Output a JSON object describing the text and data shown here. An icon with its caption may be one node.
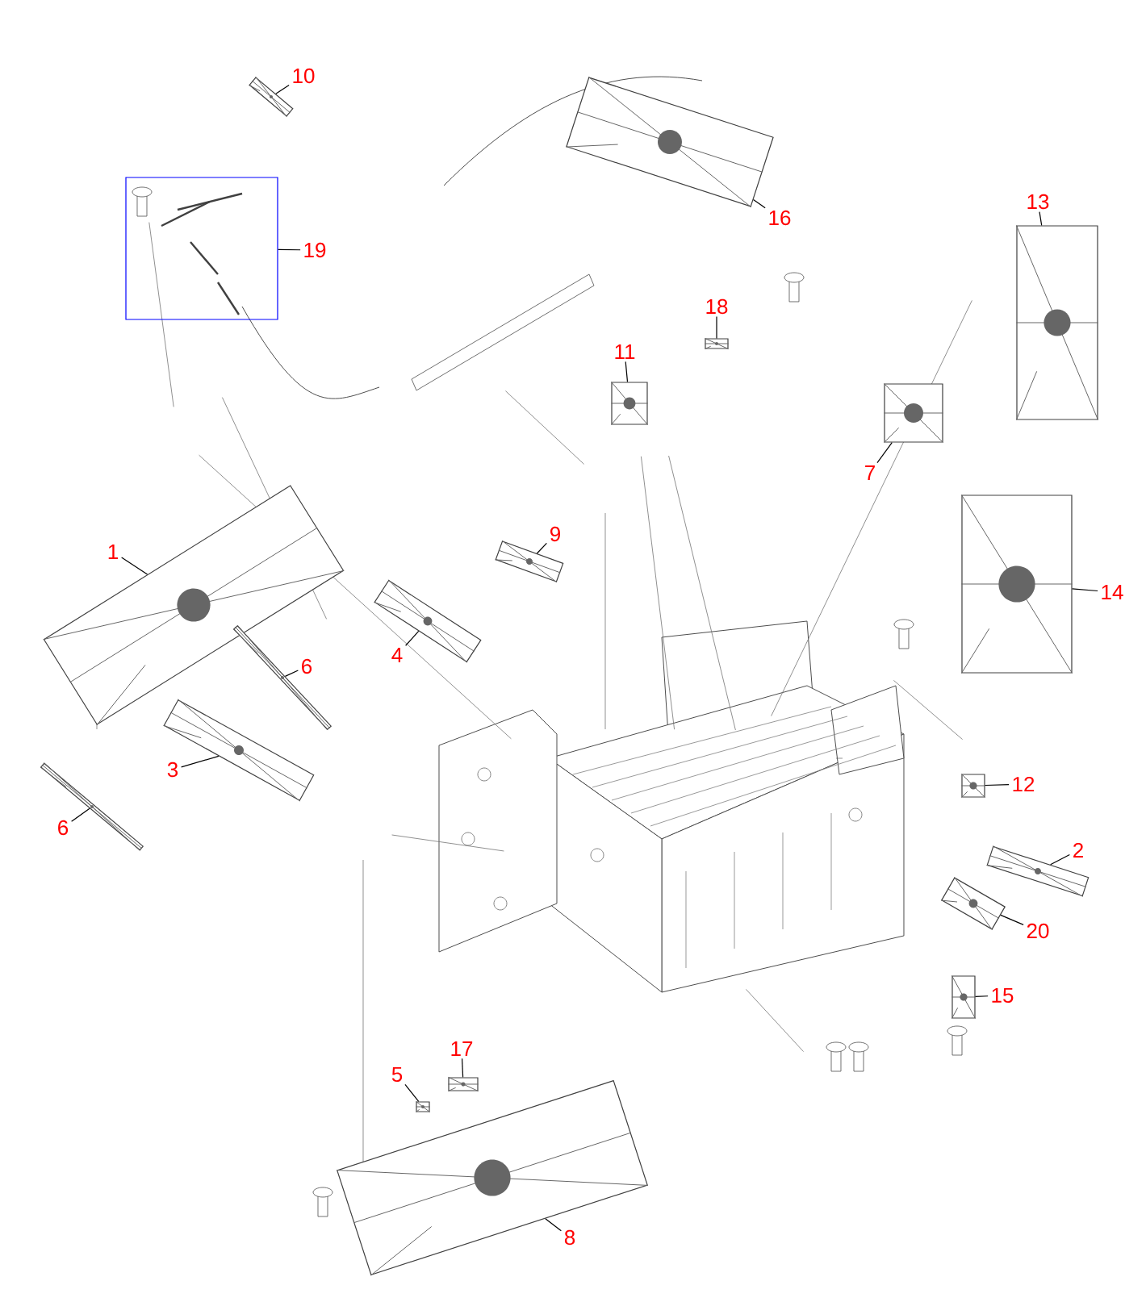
{
  "diagram": {
    "nodes": [
      {
        "text": [
          "10"
        ]
      },
      {
        "text": [
          "19"
        ]
      },
      {
        "text": [
          "16"
        ]
      },
      {
        "text": [
          "13"
        ]
      },
      {
        "text": [
          "18"
        ]
      },
      {
        "text": [
          "11"
        ]
      },
      {
        "text": [
          "7"
        ]
      },
      {
        "text": [
          "9"
        ]
      },
      {
        "text": [
          "1"
        ]
      },
      {
        "text": [
          "4"
        ]
      },
      {
        "text": [
          "14"
        ]
      },
      {
        "text": [
          "6"
        ]
      },
      {
        "text": [
          "3"
        ]
      },
      {
        "text": [
          "6"
        ]
      },
      {
        "text": [
          "12"
        ]
      },
      {
        "text": [
          "2"
        ]
      },
      {
        "text": [
          "20"
        ]
      },
      {
        "text": [
          "15"
        ]
      },
      {
        "text": [
          "17"
        ]
      },
      {
        "text": [
          "5"
        ]
      },
      {
        "text": [
          "8"
        ]
      },
      {
        "text": [],
        "shape": "picture"
      },
      {
        "text": [],
        "shape": "box"
      },
      {
        "text": [],
        "shape": "picture"
      },
      {
        "text": [],
        "shape": "picture"
      },
      {
        "text": [],
        "shape": "picture"
      },
      {
        "text": [],
        "shape": "picture"
      },
      {
        "text": [],
        "shape": "picture"
      },
      {
        "text": [],
        "shape": "picture"
      },
      {
        "text": [],
        "shape": "picture"
      },
      {
        "text": [],
        "shape": "picture"
      },
      {
        "text": [],
        "shape": "picture"
      },
      {
        "text": [],
        "shape": "picture"
      },
      {
        "text": [],
        "shape": "picture"
      },
      {
        "text": [],
        "shape": "picture"
      },
      {
        "text": [],
        "shape": "picture"
      },
      {
        "text": [],
        "shape": "picture"
      },
      {
        "text": [],
        "shape": "picture"
      },
      {
        "text": [],
        "shape": "picture"
      },
      {
        "text": [],
        "shape": "picture"
      },
      {
        "text": [],
        "shape": "picture"
      },
      {
        "text": [],
        "shape": "picture"
      }
    ],
    "edges": [
      {
        "from": 0,
        "to": 21,
        "arrow": "none"
      },
      {
        "from": 1,
        "to": 22,
        "arrow": "none"
      },
      {
        "from": 2,
        "to": 23,
        "arrow": "none"
      },
      {
        "from": 3,
        "to": 24,
        "arrow": "none"
      },
      {
        "from": 4,
        "to": 25,
        "arrow": "none"
      },
      {
        "from": 5,
        "to": 26,
        "arrow": "none"
      },
      {
        "from": 6,
        "to": 27,
        "arrow": "none"
      },
      {
        "from": 7,
        "to": 28,
        "arrow": "none"
      },
      {
        "from": 8,
        "to": 29,
        "arrow": "none"
      },
      {
        "from": 9,
        "to": 30,
        "arrow": "none"
      },
      {
        "from": 10,
        "to": 31,
        "arrow": "none"
      },
      {
        "from": 11,
        "to": 32,
        "arrow": "none"
      },
      {
        "from": 12,
        "to": 33,
        "arrow": "none"
      },
      {
        "from": 13,
        "to": 34,
        "arrow": "none"
      },
      {
        "from": 14,
        "to": 35,
        "arrow": "none"
      },
      {
        "from": 15,
        "to": 36,
        "arrow": "none"
      },
      {
        "from": 16,
        "to": 37,
        "arrow": "none"
      },
      {
        "from": 17,
        "to": 38,
        "arrow": "none"
      },
      {
        "from": 18,
        "to": 39,
        "arrow": "none"
      },
      {
        "from": 19,
        "to": 40,
        "arrow": "none"
      },
      {
        "from": 20,
        "to": 41,
        "arrow": "none"
      }
    ]
  }
}
